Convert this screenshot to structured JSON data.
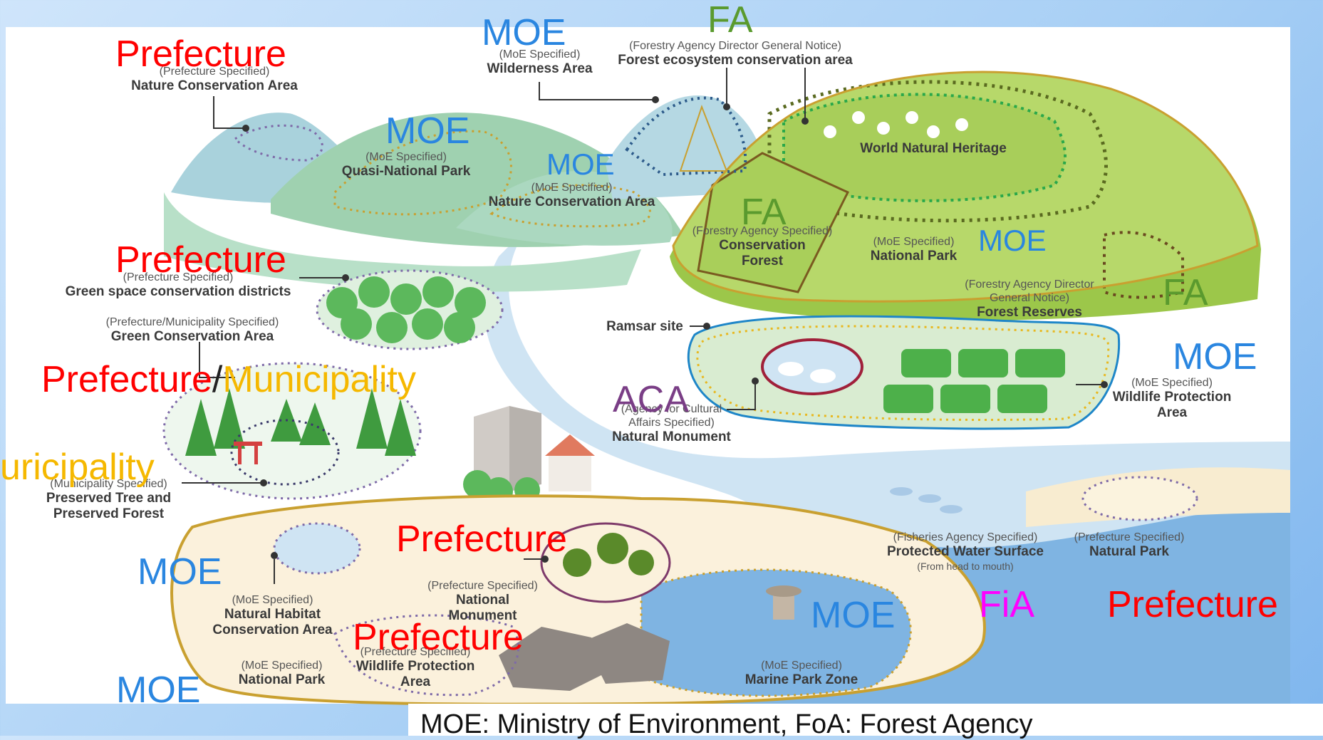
{
  "labels": {
    "pref_nature_conservation_area": {
      "spec": "(Prefecture Specified)",
      "name": "Nature Conservation Area"
    },
    "moe_wilderness_area": {
      "spec": "(MoE Specified)",
      "name": "Wilderness Area"
    },
    "fa_forest_ecosystem": {
      "spec": "(Forestry Agency Director General Notice)",
      "name": "Forest ecosystem conservation area"
    },
    "moe_quasi_national_park": {
      "spec": "(MoE Specified)",
      "name": "Quasi-National Park"
    },
    "moe_nature_conservation_area": {
      "spec": "(MoE Specified)",
      "name": "Nature Conservation Area"
    },
    "world_natural_heritage": {
      "name": "World Natural Heritage"
    },
    "fa_conservation_forest": {
      "spec": "(Forestry Agency Specified)",
      "name1": "Conservation",
      "name2": "Forest"
    },
    "moe_national_park_top": {
      "spec": "(MoE Specified)",
      "name": "National Park"
    },
    "fa_forest_reserves": {
      "spec1": "(Forestry Agency Director",
      "spec2": "General Notice)",
      "name": "Forest Reserves"
    },
    "pref_green_space": {
      "spec": "(Prefecture Specified)",
      "name": "Green space conservation districts"
    },
    "green_conservation_area": {
      "spec": "(Prefecture/Municipality Specified)",
      "name": "Green Conservation Area"
    },
    "ramsar_site": {
      "name": "Ramsar site"
    },
    "moe_wildlife_protection_area": {
      "spec": "(MoE Specified)",
      "name1": "Wildlife Protection",
      "name2": "Area"
    },
    "aca_natural_monument": {
      "spec1": "(Agency for Cultural",
      "spec2": "Affairs Specified)",
      "name": "Natural Monument"
    },
    "muni_preserved_tree": {
      "spec": "(Municipality Specified)",
      "name1": "Preserved Tree and",
      "name2": "Preserved Forest"
    },
    "fia_protected_water": {
      "spec": "(Fisheries Agency Specified)",
      "name": "Protected Water Surface",
      "sub": "(From head to mouth)"
    },
    "pref_natural_park": {
      "spec": "(Prefecture Specified)",
      "name": "Natural Park"
    },
    "pref_natural_monument": {
      "spec": "(Prefecture Specified)",
      "name1": "National",
      "name2": "Monument"
    },
    "moe_natural_habitat": {
      "spec": "(MoE Specified)",
      "name1": "Natural Habitat",
      "name2": "Conservation Area"
    },
    "moe_national_park_bottom": {
      "spec": "(MoE Specified)",
      "name": "National Park"
    },
    "pref_wildlife_protection": {
      "spec": "(Prefecture Specified)",
      "name1": "Wildlife Protection",
      "name2": "Area"
    },
    "moe_marine_park": {
      "spec": "(MoE Specified)",
      "name": "Marine Park Zone"
    }
  },
  "overlays": {
    "prefecture": "Prefecture",
    "moe": "MOE",
    "fa": "FA",
    "municipality": "Municipality",
    "municipality_partial": "uricipality",
    "slash": "/",
    "aca": "ACA",
    "fia": "FiA"
  },
  "footer": {
    "text": "MOE: Ministry of Environment, FoA: Forest Agency"
  },
  "colors": {
    "moe": "#2a86e0",
    "fa": "#5a9a2e",
    "prefecture": "#ff0000",
    "municipality": "#f5b800",
    "aca": "#7a3e86",
    "fia": "#ff00ff"
  }
}
